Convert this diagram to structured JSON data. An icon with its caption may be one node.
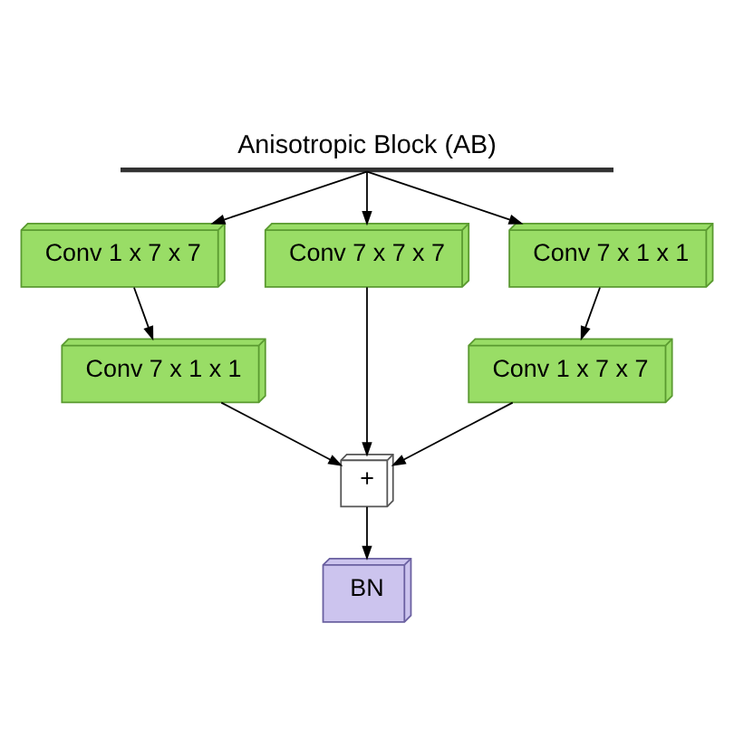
{
  "diagram": {
    "title": "Anisotropic Block (AB)",
    "nodes": [
      {
        "text": [],
        "shape": "bar"
      },
      {
        "text": [
          "Conv 1 x 7 x 7"
        ]
      },
      {
        "text": [
          "Conv 7 x 1 x 1"
        ]
      },
      {
        "text": [
          "Conv 7 x 7 x 7"
        ]
      },
      {
        "text": [
          "Conv 7 x 1 x 1"
        ]
      },
      {
        "text": [
          "Conv 1 x 7 x 7"
        ]
      },
      {
        "text": [
          "+"
        ]
      },
      {
        "text": [
          "BN"
        ]
      }
    ],
    "edges": [
      {
        "from": 0,
        "to": 1,
        "arrow": "to"
      },
      {
        "from": 0,
        "to": 3,
        "arrow": "to"
      },
      {
        "from": 0,
        "to": 2,
        "arrow": "to"
      },
      {
        "from": 1,
        "to": 4,
        "arrow": "to"
      },
      {
        "from": 2,
        "to": 5,
        "arrow": "to"
      },
      {
        "from": 4,
        "to": 6,
        "arrow": "to"
      },
      {
        "from": 3,
        "to": 6,
        "arrow": "to"
      },
      {
        "from": 5,
        "to": 6,
        "arrow": "to"
      },
      {
        "from": 6,
        "to": 7,
        "arrow": "to"
      }
    ]
  }
}
